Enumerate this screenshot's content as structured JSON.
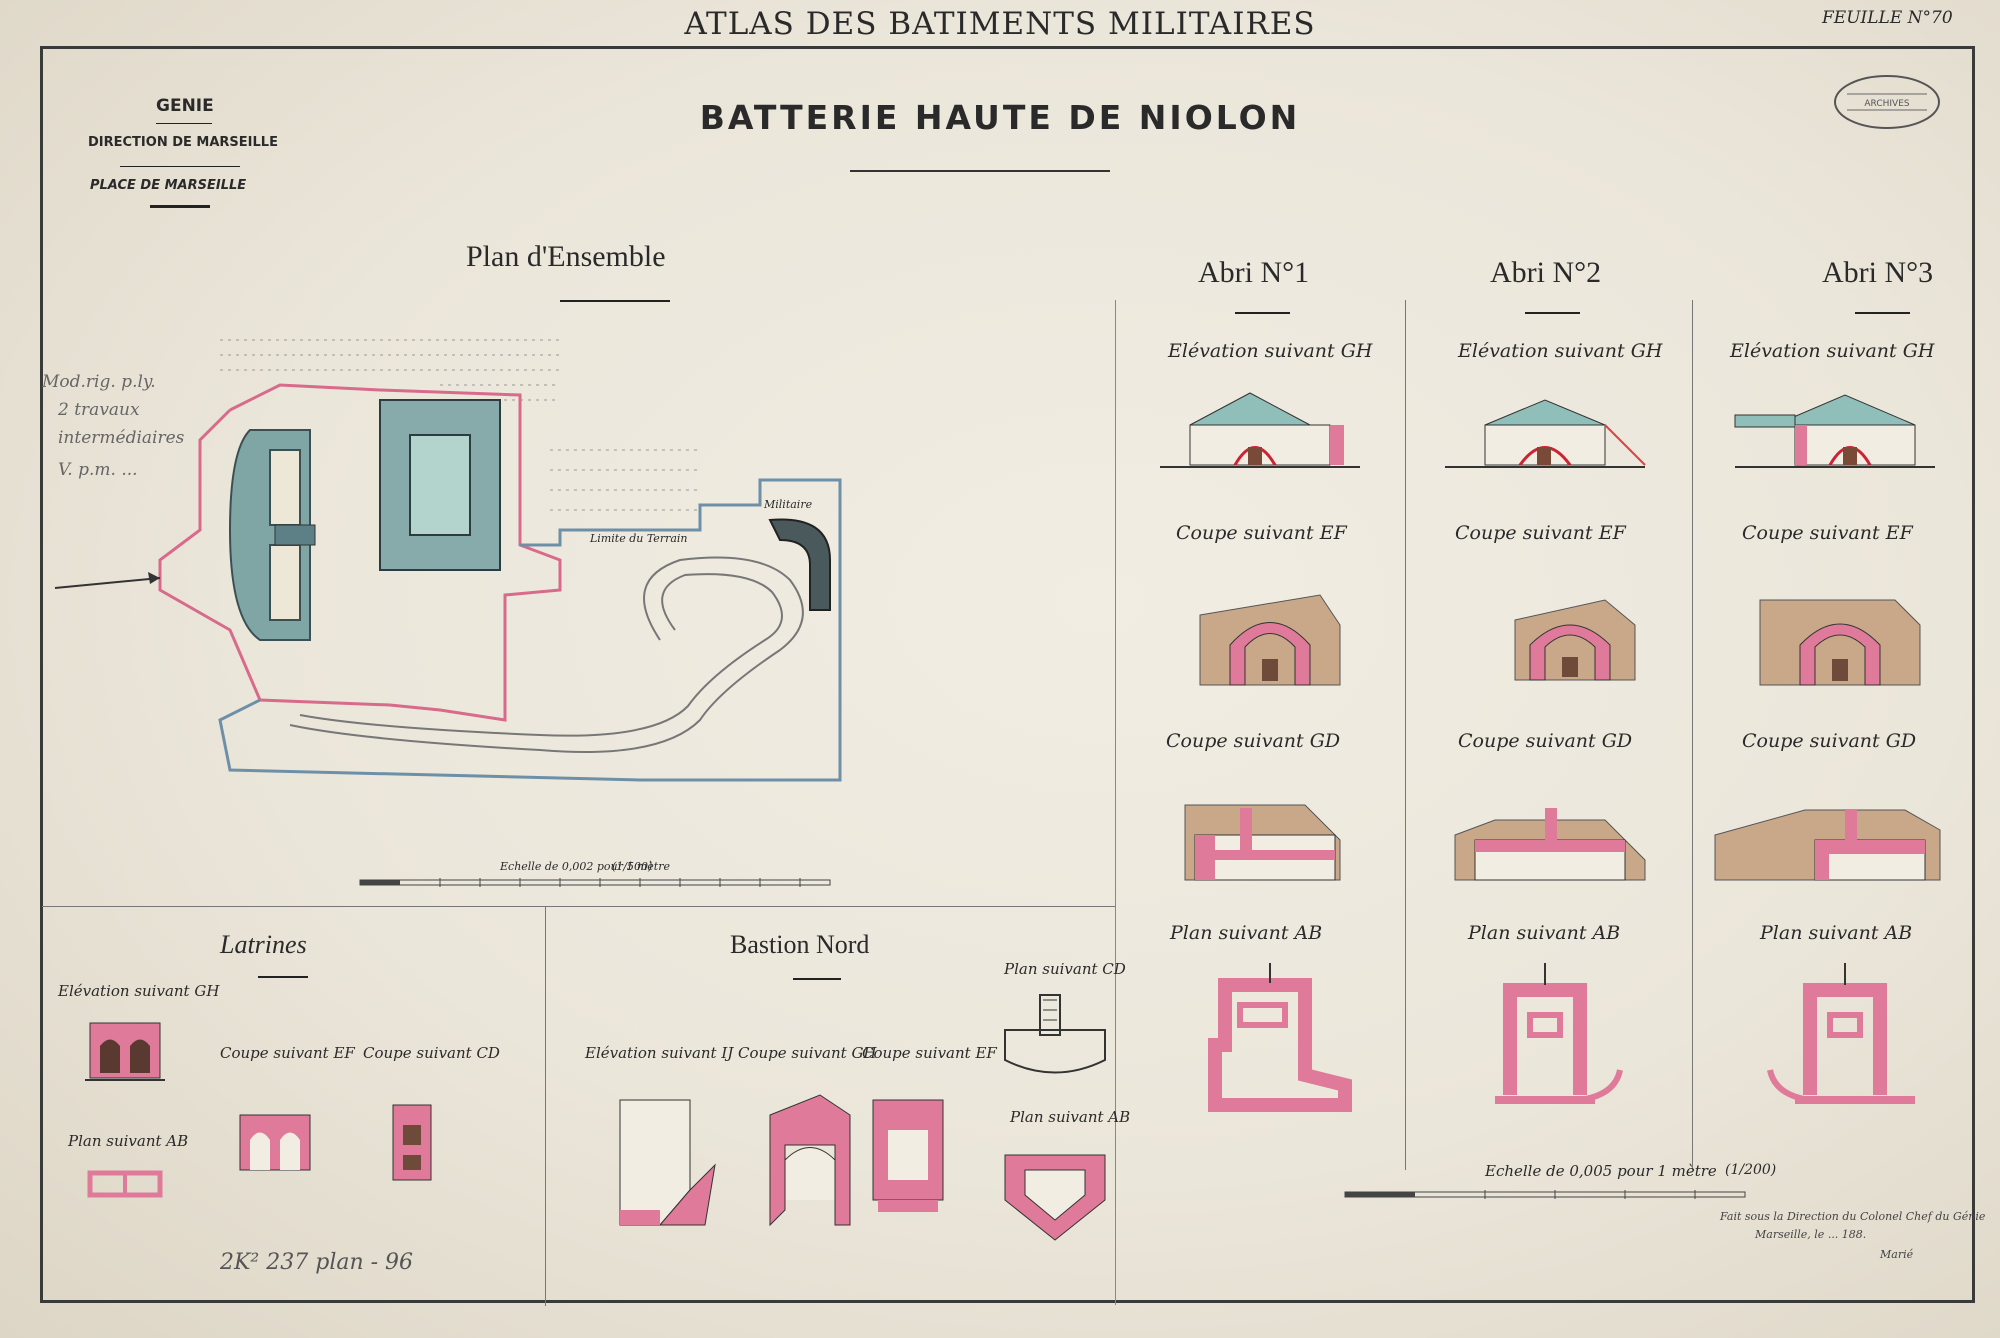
{
  "header": {
    "atlas_title": "ATLAS DES BATIMENTS MILITAIRES",
    "sheet_number": "FEUILLE N°70",
    "main_title": "BATTERIE HAUTE DE NIOLON",
    "genie": "GENIE",
    "direction": "DIRECTION DE MARSEILLE",
    "place": "PLACE DE MARSEILLE"
  },
  "plan_ensemble": {
    "title": "Plan d'Ensemble",
    "labels": {
      "limite_terrain": "Limite du Terrain",
      "militaire": "Militaire"
    },
    "scale": "Echelle de 0,002 pour 1 mètre",
    "scale_fraction": "(1/500)",
    "margin_notes": [
      "Mod.rig. p.ly.",
      "2 travaux",
      "intermédiaires",
      "V. p.m. ..."
    ]
  },
  "abris": [
    {
      "title": "Abri N°1",
      "elevation": "Elévation suivant GH",
      "coupe_ef": "Coupe suivant EF",
      "coupe_gd": "Coupe suivant GD",
      "plan": "Plan suivant AB"
    },
    {
      "title": "Abri N°2",
      "elevation": "Elévation suivant GH",
      "coupe_ef": "Coupe suivant EF",
      "coupe_gd": "Coupe suivant GD",
      "plan": "Plan suivant AB"
    },
    {
      "title": "Abri N°3",
      "elevation": "Elévation suivant GH",
      "coupe_ef": "Coupe suivant EF",
      "coupe_gd": "Coupe suivant GD",
      "plan": "Plan suivant AB"
    }
  ],
  "abris_scale": "Echelle de 0,005 pour 1 mètre",
  "abris_scale_fraction": "(1/200)",
  "latrines": {
    "title": "Latrines",
    "elevation": "Elévation suivant GH",
    "coupe_ef": "Coupe suivant EF",
    "coupe_cd": "Coupe suivant CD",
    "plan": "Plan suivant AB"
  },
  "bastion_nord": {
    "title": "Bastion Nord",
    "elevation": "Elévation suivant IJ",
    "coupe_gh": "Coupe suivant GH",
    "coupe_ef": "Coupe suivant EF",
    "plan_cd": "Plan suivant CD",
    "plan_ab": "Plan suivant AB"
  },
  "footer": {
    "archive_ref": "2K² 237 plan - 96",
    "signature_lines": [
      "Fait sous la Direction du Colonel Chef du Génie",
      "Marseille, le ... 188.",
      "Marié"
    ]
  },
  "colors": {
    "paper": "#ebe6da",
    "masonry_pink": "#e07a9a",
    "earth_brown": "#b49070",
    "roof_teal": "#8fbfb8",
    "plan_blue": "#6d8fa8",
    "ink": "#2a2a2a"
  }
}
